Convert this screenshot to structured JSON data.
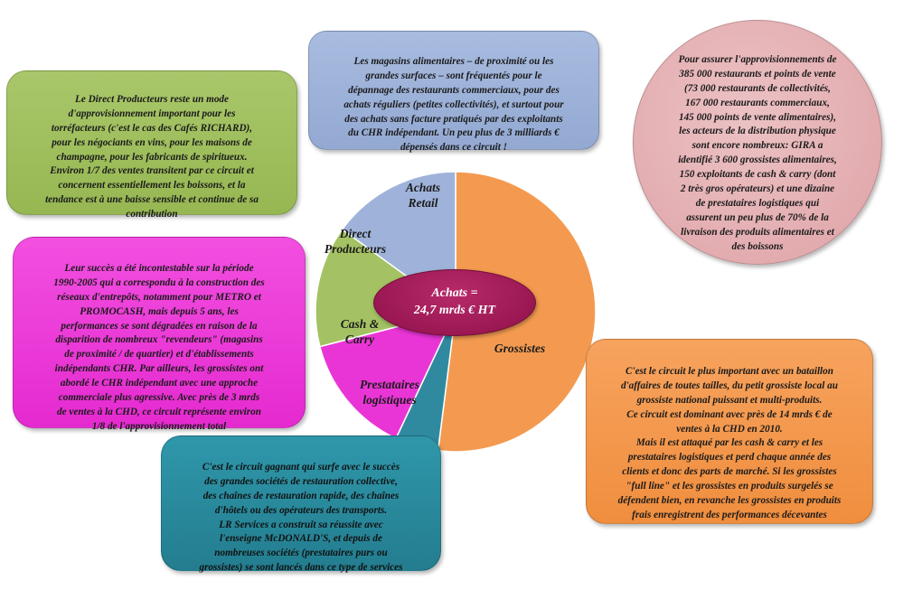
{
  "chart_data": {
    "type": "pie",
    "center_label_line1": "Achats =",
    "center_label_line2": "24,7 mrds € HT",
    "slices": [
      {
        "name": "Grossistes",
        "value": 52,
        "color": "#f39a50"
      },
      {
        "name": "Prestataires logistiques",
        "value": 5,
        "color": "#2f8aa0"
      },
      {
        "name": "Cash & Carry",
        "value": 14,
        "color": "#ea35d6"
      },
      {
        "name": "Direct Producteurs",
        "value": 14,
        "color": "#a4c263"
      },
      {
        "name": "Achats Retail",
        "value": 15,
        "color": "#9fb3da"
      }
    ]
  },
  "pie_labels": {
    "grossistes": "Grossistes",
    "prestataires": "Prestataires\nlogistiques",
    "cash": "Cash &\nCarry",
    "direct": "Direct\nProducteurs",
    "retail": "Achats\nRetail"
  },
  "boxes": {
    "direct": "Le Direct Producteurs reste un mode\nd'approvisionnement important pour les\ntorréfacteurs (c'est le cas des Cafés RICHARD),\npour les négociants en vins, pour les maisons de\nchampagne, pour les fabricants de spiritueux.\nEnviron 1/7 des ventes transitent par ce circuit et\nconcernent essentiellement les boissons, et la\ntendance est à une baisse sensible et continue de sa\ncontribution",
    "magasins": "Les magasins alimentaires – de proximité ou les\ngrandes surfaces – sont fréquentés pour le\ndépannage des restaurants commerciaux, pour des\nachats réguliers (petites collectivités), et surtout pour\ndes achats sans facture pratiqués par des exploitants\ndu CHR indépendant. Un peu plus de 3 milliards €\ndépensés dans ce circuit !",
    "grossistes_info": "Pour assurer l'approvisionnements de\n385 000 restaurants et points de vente\n(73 000 restaurants de collectivités,\n167 000 restaurants commerciaux,\n145 000 points de vente alimentaires),\nles acteurs de la distribution physique\nsont encore nombreux: GIRA a\nidentifié 3 600 grossistes alimentaires,\n150 exploitants de cash & carry (dont\n2 très gros opérateurs) et une dizaine\nde prestataires logistiques qui\nassurent un peu plus de 70% de la\nlivraison des produits alimentaires et\ndes boissons",
    "cash": "Leur succès a été incontestable sur la période\n1990-2005 qui a correspondu à la construction des\nréseaux d'entrepôts, notamment pour METRO et\nPROMOCASH, mais depuis 5 ans, les\nperformances se sont dégradées en raison de la\ndisparition de nombreux \"revendeurs\" (magasins\nde proximité / de quartier) et d'établissements\nindépendants CHR. Par ailleurs, les grossistes ont\nabordé le CHR indépendant avec une approche\ncommerciale plus agressive. Avec près de 3 mrds\nde ventes à la CHD, ce circuit représente environ\n1/8 de l'approvisionnement total",
    "grossistes_circuit": "C'est le circuit le plus important avec un bataillon\nd'affaires de toutes tailles, du petit grossiste local au\ngrossiste national puissant et multi-produits.\nCe circuit est dominant avec près de 14 mrds € de\nventes à la CHD en 2010.\nMais il est attaqué par les cash & carry et les\nprestataires logistiques et perd chaque année des\nclients et donc des parts de marché. Si les grossistes\n\"full line\" et les grossistes en produits surgelés se\ndéfendent bien, en revanche les grossistes en produits\nfrais enregistrent des performances décevantes",
    "prestataires": "C'est le circuit gagnant qui surfe avec le succès\ndes grandes sociétés de restauration collective,\ndes chaînes de restauration rapide, des chaînes\nd'hôtels ou des opérateurs des transports.\nLR Services a construit sa réussite avec\nl'enseigne McDONALD'S, et depuis de\nnombreuses sociétés (prestataires purs ou\ngrossistes) se sont lancés dans ce type de services"
  }
}
